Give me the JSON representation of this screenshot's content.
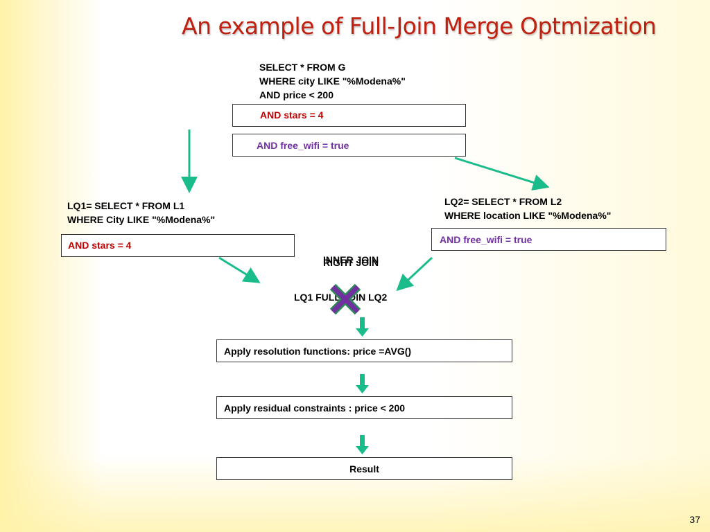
{
  "title": "An example of Full-Join Merge Optmization",
  "global_query": {
    "line1": "SELECT * FROM G",
    "line2": "WHERE  city LIKE \"%Modena%\"",
    "line3": "AND price < 200",
    "stars_constraint": "AND stars = 4",
    "wifi_constraint": "AND free_wifi = true"
  },
  "lq1": {
    "line1": "LQ1= SELECT * FROM L1",
    "line2": "WHERE  City LIKE \"%Modena%\"",
    "constraint": "AND stars = 4"
  },
  "lq2": {
    "line1": "LQ2= SELECT * FROM L2",
    "line2": "WHERE  location LIKE \"%Modena%\"",
    "constraint": "AND free_wifi = true"
  },
  "join": {
    "inner_join_label": "INNER JOIN",
    "right_join_label": "RIGHT JOIN",
    "expression": "LQ1  FULL JOIN LQ2"
  },
  "steps": {
    "resolution": "Apply resolution functions: price =AVG()",
    "residual": "Apply residual constraints  : price < 200",
    "result": "Result"
  },
  "page_number": "37",
  "colors": {
    "title": "#c0200f",
    "arrow_teal": "#1abc8c",
    "constraint_red": "#c00000",
    "constraint_purple": "#7030a0",
    "cross_fill": "#7030a0",
    "cross_outline": "#2e8b57"
  }
}
